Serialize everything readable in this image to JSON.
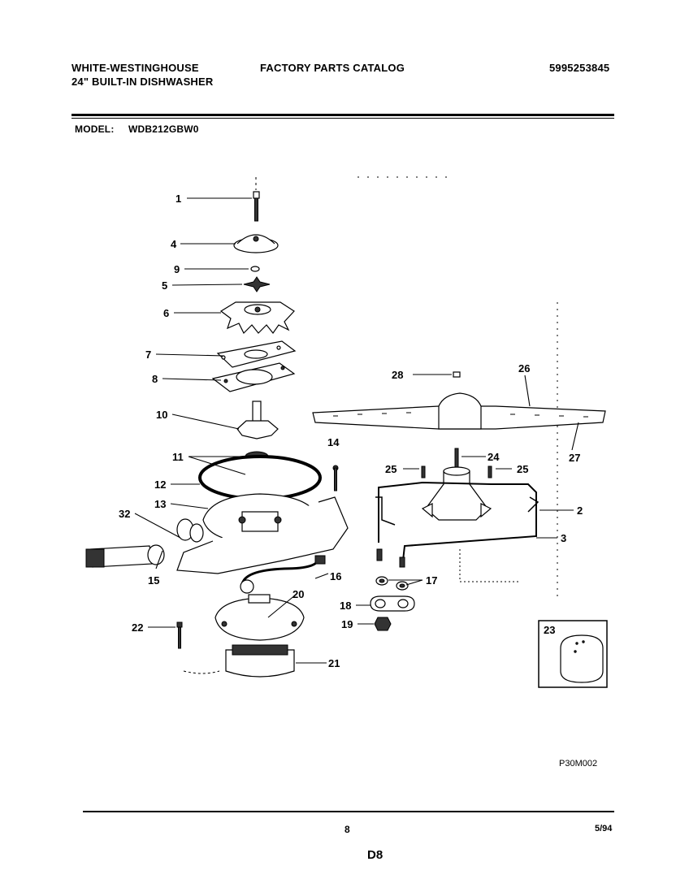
{
  "header": {
    "brand": "WHITE-WESTINGHOUSE",
    "product": "24\" BUILT-IN DISHWASHER",
    "catalog": "FACTORY PARTS CATALOG",
    "catalog_number": "5995253845",
    "model_label": "MODEL:",
    "model_number": "WDB212GBW0"
  },
  "callouts": {
    "c1": "1",
    "c4": "4",
    "c9": "9",
    "c5": "5",
    "c6": "6",
    "c7": "7",
    "c8": "8",
    "c10": "10",
    "c11": "11",
    "c12": "12",
    "c13": "13",
    "c32": "32",
    "c15": "15",
    "c16": "16",
    "c20": "20",
    "c22": "22",
    "c21": "21",
    "c14": "14",
    "c28": "28",
    "c26": "26",
    "c27": "27",
    "c24": "24",
    "c25a": "25",
    "c25b": "25",
    "c2": "2",
    "c3": "3",
    "c17": "17",
    "c18": "18",
    "c19": "19",
    "c23": "23"
  },
  "diagram_code": "P30M002",
  "footer": {
    "page": "8",
    "date": "5/94",
    "section": "D8"
  }
}
